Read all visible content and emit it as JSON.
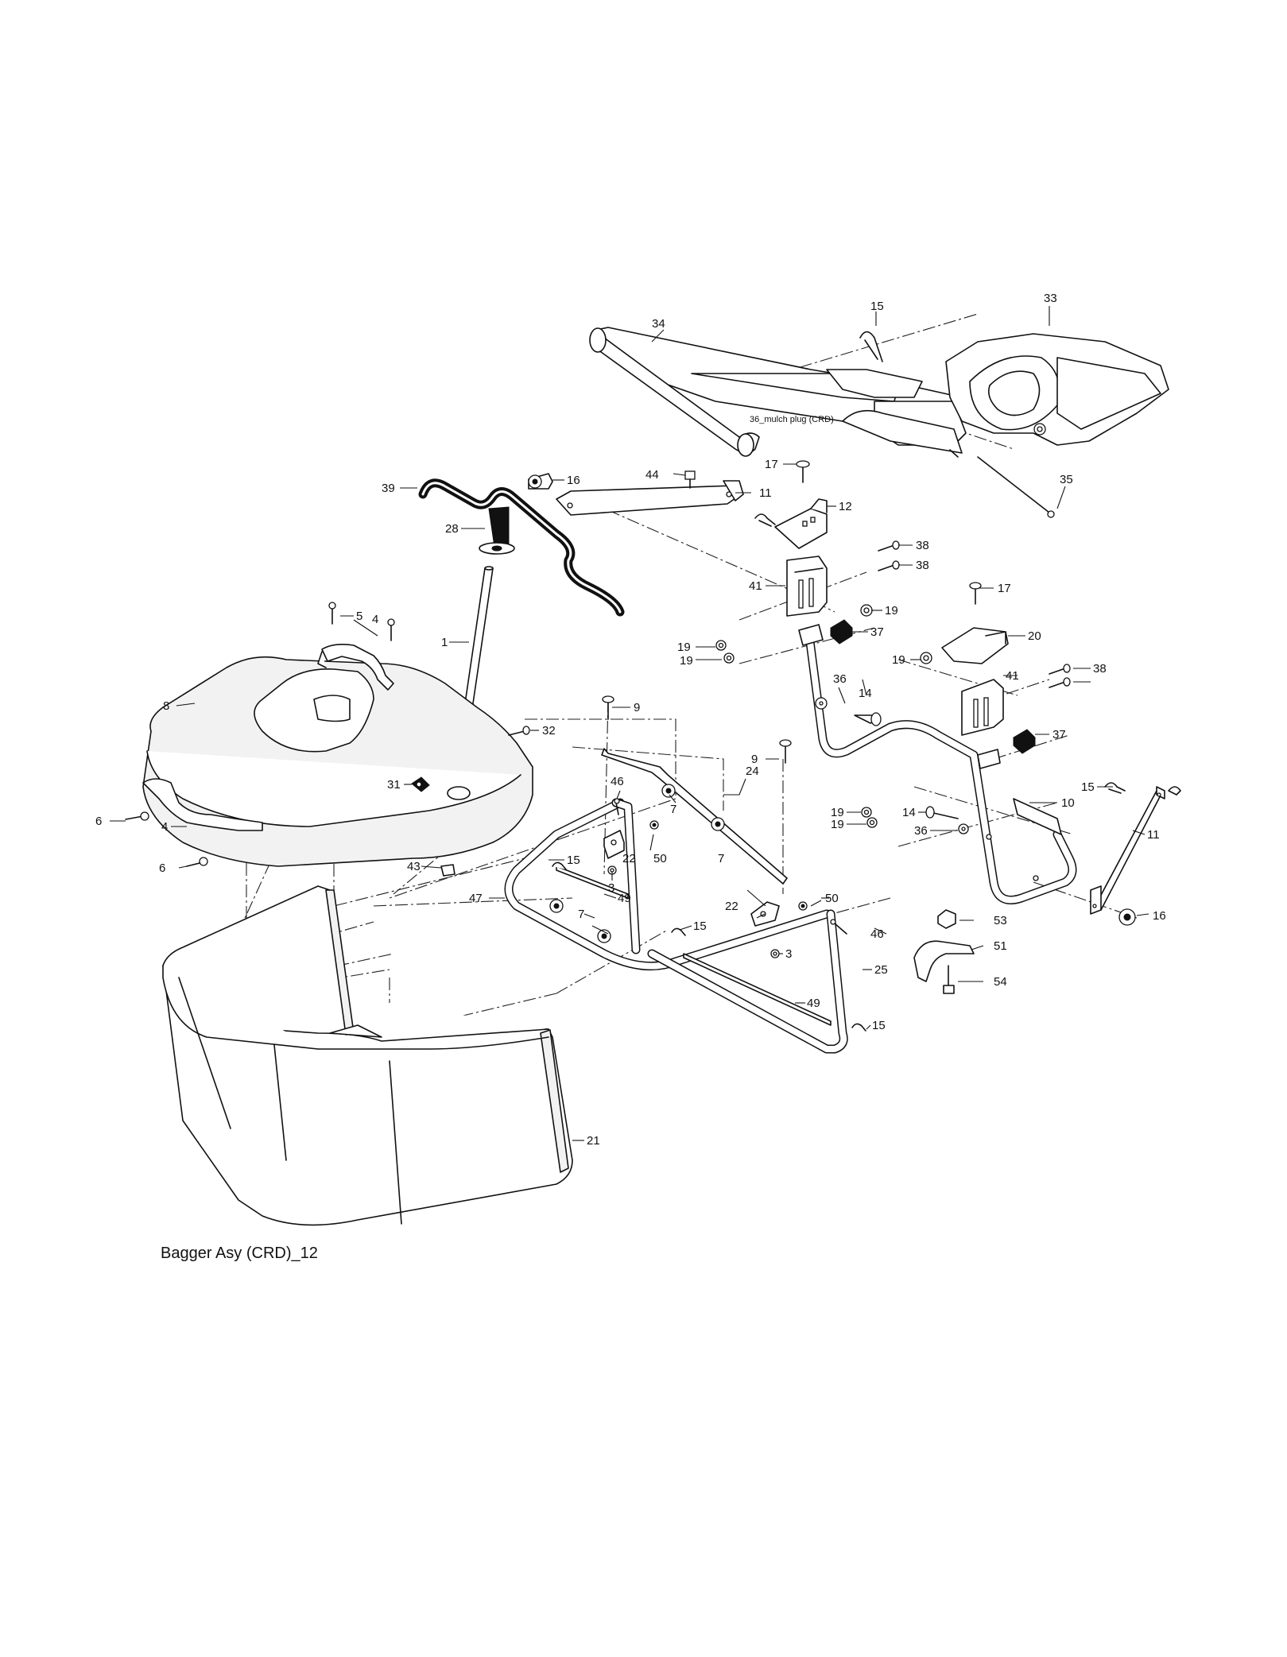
{
  "diagram": {
    "caption": "Bagger Asy (CRD)_12",
    "inline_note": "36_mulch plug (CRD)"
  },
  "callouts": [
    "15",
    "33",
    "34",
    "35",
    "44",
    "16",
    "17",
    "11",
    "12",
    "39",
    "28",
    "38",
    "38",
    "41",
    "17",
    "19",
    "37",
    "5",
    "4",
    "19",
    "19",
    "20",
    "19",
    "1",
    "8",
    "9",
    "36",
    "14",
    "41",
    "38",
    "37",
    "32",
    "31",
    "46",
    "9",
    "24",
    "7",
    "19",
    "19",
    "14",
    "36",
    "10",
    "15",
    "11",
    "6",
    "4",
    "50",
    "22",
    "7",
    "43",
    "15",
    "3",
    "6",
    "7",
    "22",
    "50",
    "47",
    "49",
    "15",
    "7",
    "3",
    "46",
    "53",
    "51",
    "25",
    "16",
    "54",
    "49",
    "15",
    "21"
  ]
}
